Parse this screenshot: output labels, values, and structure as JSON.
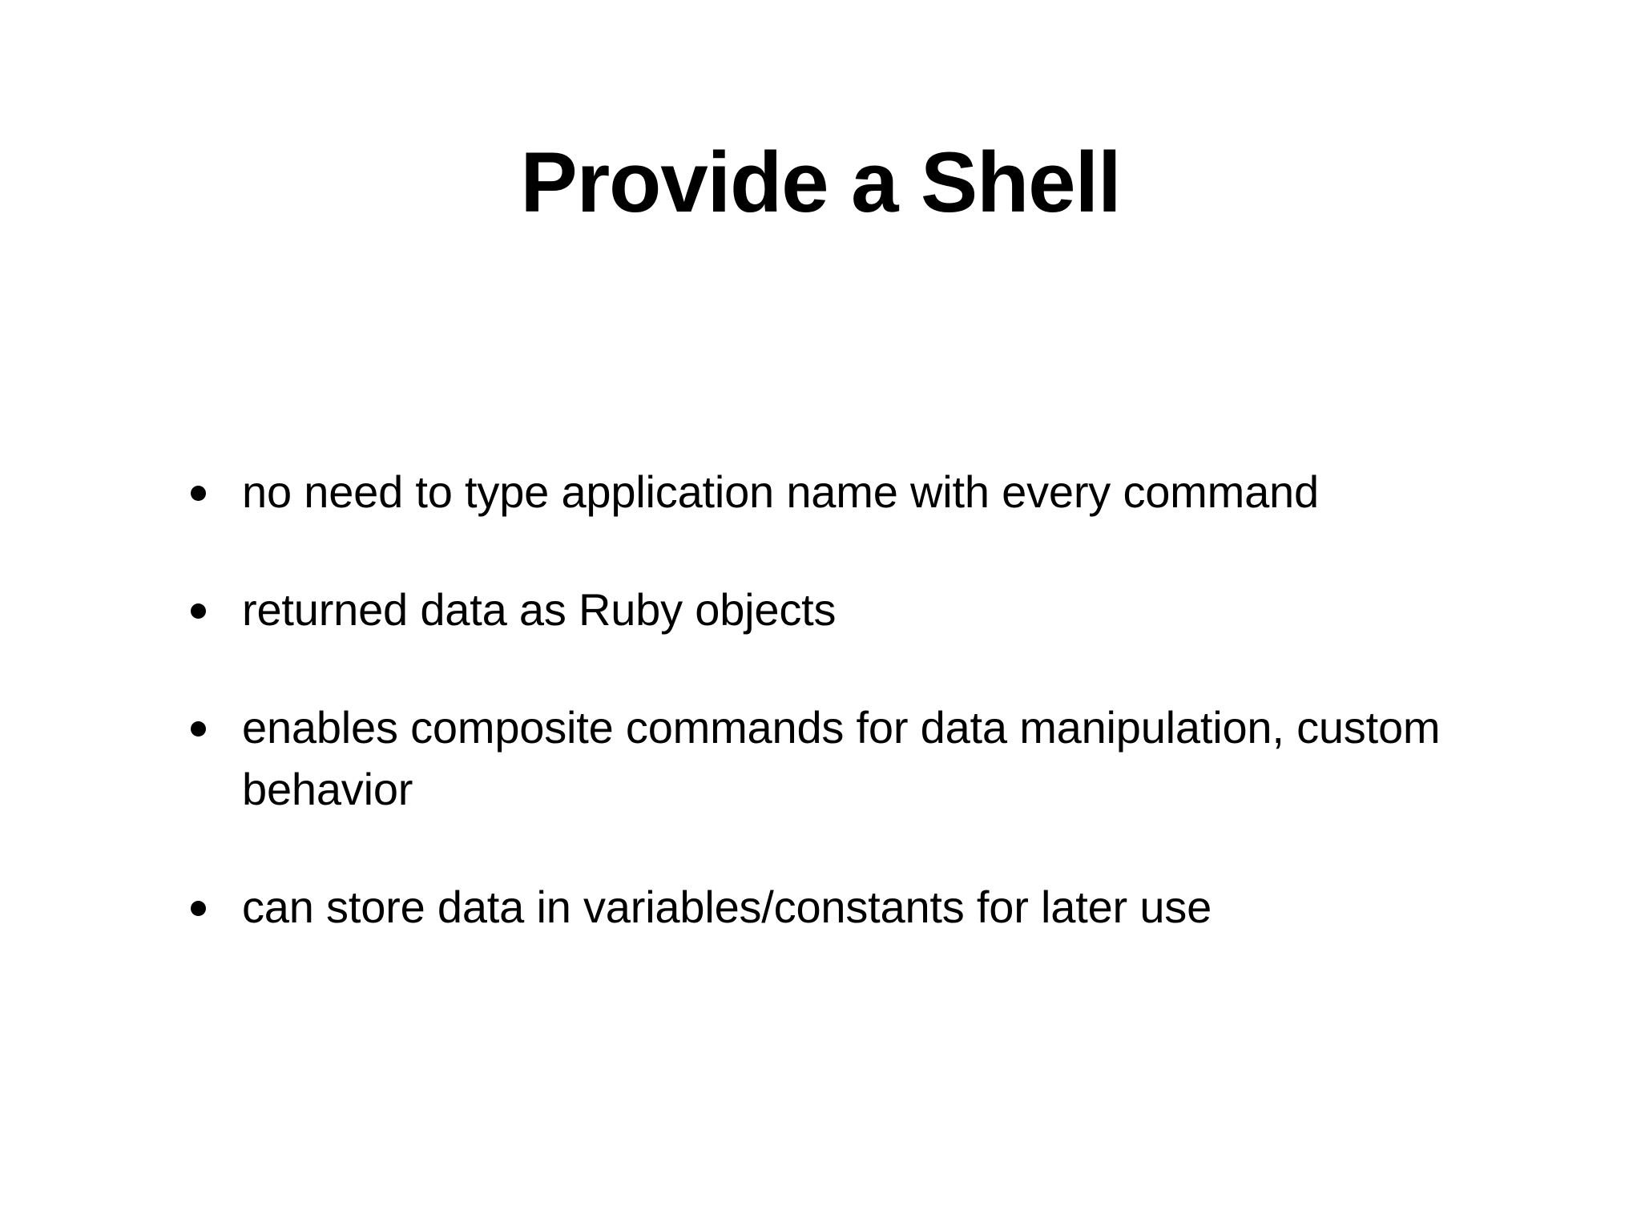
{
  "slide": {
    "background_color": "#ffffff",
    "text_color": "#000000",
    "title": "Provide a Shell",
    "bullet_marker": "bullet-dot-icon",
    "bullets": [
      {
        "text": "no need to type application name with every command"
      },
      {
        "text": "returned data as Ruby objects"
      },
      {
        "text": "enables composite commands for data manipulation, custom behavior"
      },
      {
        "text": "can store data in variables/constants for later use"
      }
    ]
  }
}
